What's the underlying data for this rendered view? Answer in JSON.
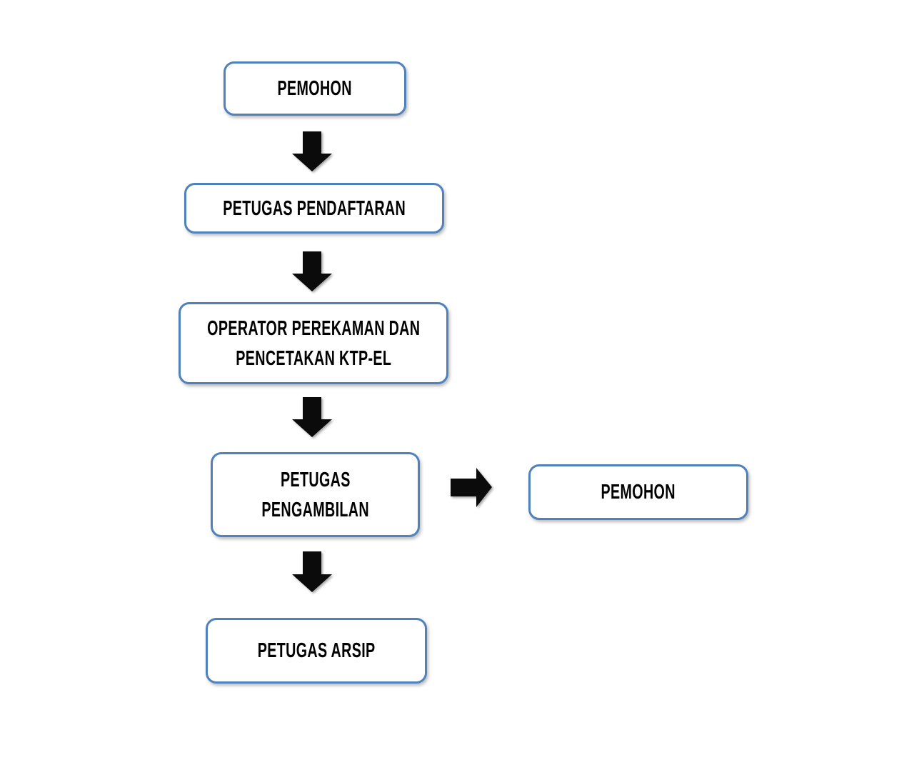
{
  "colors": {
    "box_border": "#4f81bd",
    "box_fill": "#ffffff",
    "arrow_fill": "#0b0b0b",
    "text": "#000000",
    "background": "#ffffff"
  },
  "nodes": [
    {
      "id": "pemohon-top",
      "lines": [
        "PEMOHON"
      ]
    },
    {
      "id": "petugas-pendaftaran",
      "lines": [
        "PETUGAS PENDAFTARAN"
      ]
    },
    {
      "id": "operator-perekaman",
      "lines": [
        "OPERATOR PEREKAMAN DAN",
        "PENCETAKAN KTP-EL"
      ]
    },
    {
      "id": "petugas-pengambilan",
      "lines": [
        "PETUGAS",
        "PENGAMBILAN"
      ]
    },
    {
      "id": "pemohon-right",
      "lines": [
        "PEMOHON"
      ]
    },
    {
      "id": "petugas-arsip",
      "lines": [
        "PETUGAS ARSIP"
      ]
    }
  ],
  "connectors": [
    {
      "from": "pemohon-top",
      "to": "petugas-pendaftaran",
      "direction": "down"
    },
    {
      "from": "petugas-pendaftaran",
      "to": "operator-perekaman",
      "direction": "down"
    },
    {
      "from": "operator-perekaman",
      "to": "petugas-pengambilan",
      "direction": "down"
    },
    {
      "from": "petugas-pengambilan",
      "to": "pemohon-right",
      "direction": "right"
    },
    {
      "from": "petugas-pengambilan",
      "to": "petugas-arsip",
      "direction": "down"
    }
  ]
}
